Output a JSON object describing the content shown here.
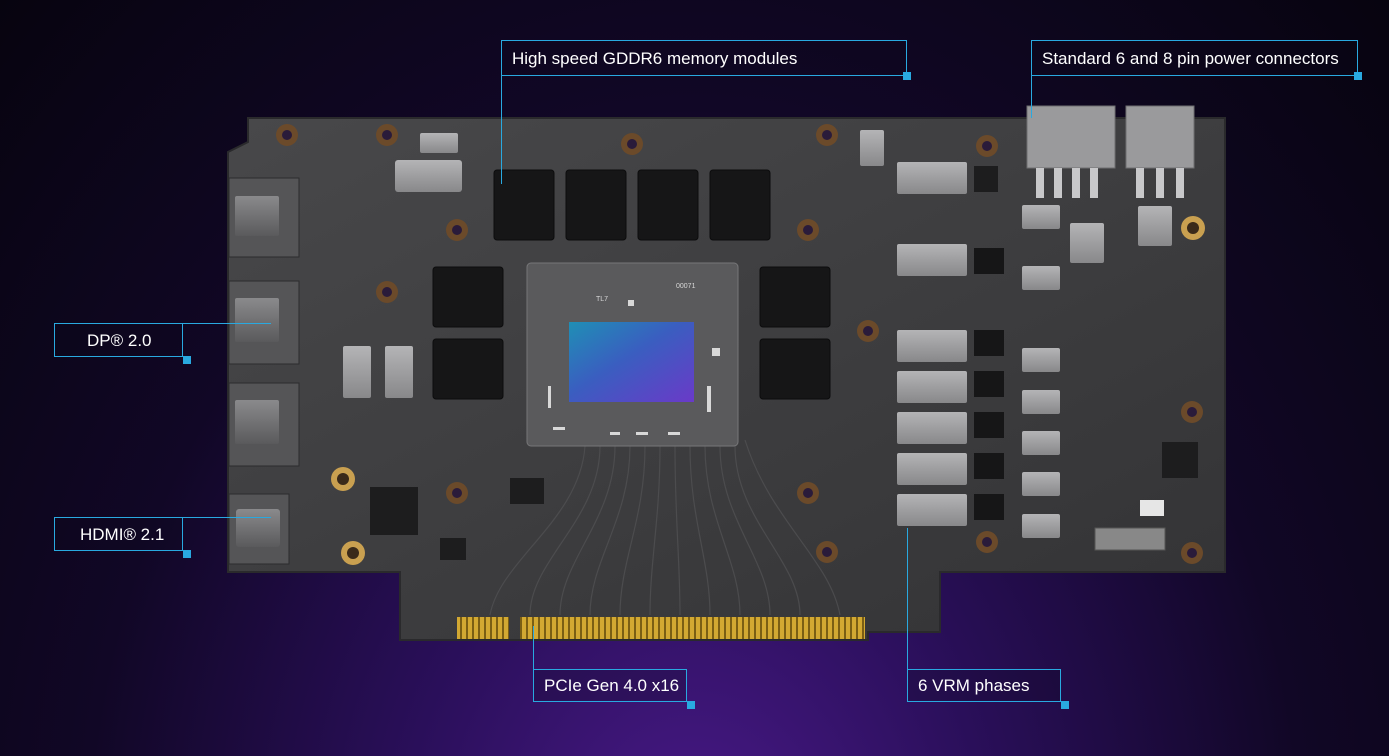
{
  "callouts": {
    "memory": "High speed GDDR6 memory modules",
    "power": "Standard 6 and 8 pin power connectors",
    "dp": "DP® 2.0",
    "hdmi": "HDMI® 2.1",
    "pcie": "PCIe Gen 4.0 x16",
    "vrm": "6 VRM phases"
  },
  "chip": {
    "label_left": "TL7",
    "label_right": "00071"
  },
  "colors": {
    "accent": "#29a9e0",
    "pcb": "#3a3a3c",
    "gold_contacts": "#c9a12b"
  }
}
